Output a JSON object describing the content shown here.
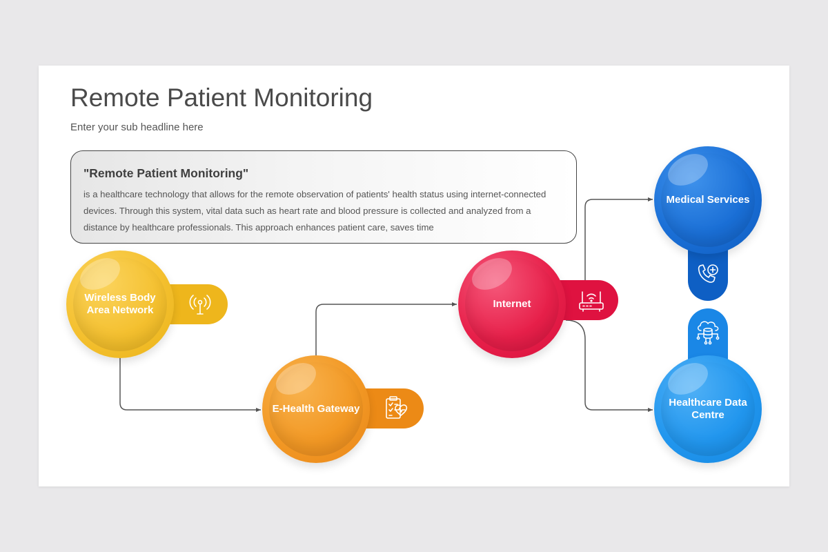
{
  "title": "Remote Patient Monitoring",
  "subtitle": "Enter your sub headline here",
  "description": {
    "heading": "\"Remote Patient Monitoring\"",
    "text": "is a healthcare technology that allows for the remote observation of patients' health status using internet-connected devices. Through this system, vital data such as heart rate and blood pressure is collected and analyzed from a distance by healthcare professionals. This approach enhances patient care, saves time"
  },
  "nodes": {
    "wban": {
      "label": "Wireless Body Area Network",
      "color": "#f4c02f",
      "tab_color": "#eeb61c",
      "icon": "antenna-signal-icon"
    },
    "gateway": {
      "label": "E-Health Gateway",
      "color": "#f29824",
      "tab_color": "#ec8a16",
      "icon": "clipboard-heart-icon"
    },
    "internet": {
      "label": "Internet",
      "color": "#e7204a",
      "tab_color": "#df1240",
      "icon": "wifi-router-icon"
    },
    "medical": {
      "label": "Medical Services",
      "color": "#1a6fd6",
      "tab_color": "#0e5fc4",
      "icon": "phone-medical-icon"
    },
    "datacentre": {
      "label": "Healthcare Data Centre",
      "color": "#2196ee",
      "tab_color": "#1a87e6",
      "icon": "cloud-database-icon"
    }
  },
  "colors": {
    "connector": "#555555",
    "background": "#e9e8ea",
    "slide": "#ffffff"
  }
}
